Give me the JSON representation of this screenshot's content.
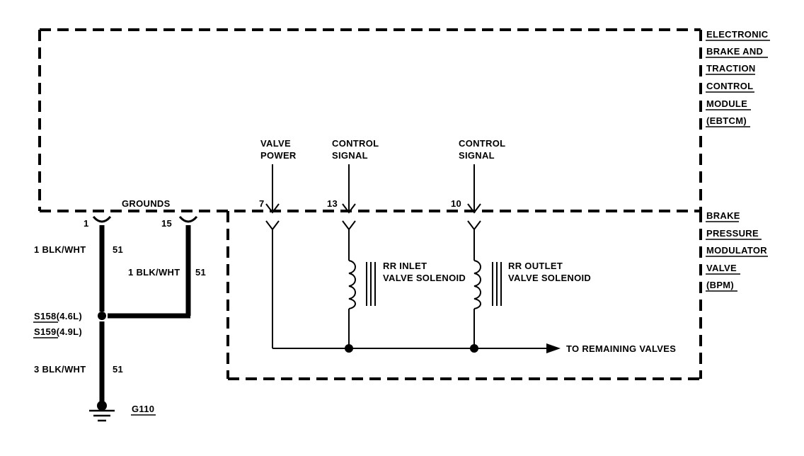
{
  "ebtcm": {
    "label_lines": [
      "ELECTRONIC",
      "BRAKE AND",
      "TRACTION",
      "CONTROL",
      "MODULE",
      "(EBTCM)"
    ],
    "grounds_label": "GROUNDS",
    "signals": {
      "valve_power": [
        "VALVE",
        "POWER"
      ],
      "control_signal_a": [
        "CONTROL",
        "SIGNAL"
      ],
      "control_signal_b": [
        "CONTROL",
        "SIGNAL"
      ]
    }
  },
  "bpm": {
    "label_lines": [
      "BRAKE",
      "PRESSURE",
      "MODULATOR",
      "VALVE",
      "(BPM)"
    ],
    "rr_inlet": [
      "RR INLET",
      "VALVE SOLENOID"
    ],
    "rr_outlet": [
      "RR OUTLET",
      "VALVE SOLENOID"
    ],
    "to_remaining": "TO REMAINING VALVES"
  },
  "pins": {
    "p1": "1",
    "p15": "15",
    "p7": "7",
    "p13": "13",
    "p10": "10"
  },
  "wires": {
    "w1_label": "1 BLK/WHT",
    "w1_circuit": "51",
    "w15_label": "1 BLK/WHT",
    "w15_circuit": "51",
    "w_main_label": "3 BLK/WHT",
    "w_main_circuit": "51"
  },
  "splice": {
    "s158": "S158",
    "s158_suffix": "(4.6L)",
    "s159": "S159",
    "s159_suffix": "(4.9L)"
  },
  "ground": {
    "g110": "G110"
  }
}
